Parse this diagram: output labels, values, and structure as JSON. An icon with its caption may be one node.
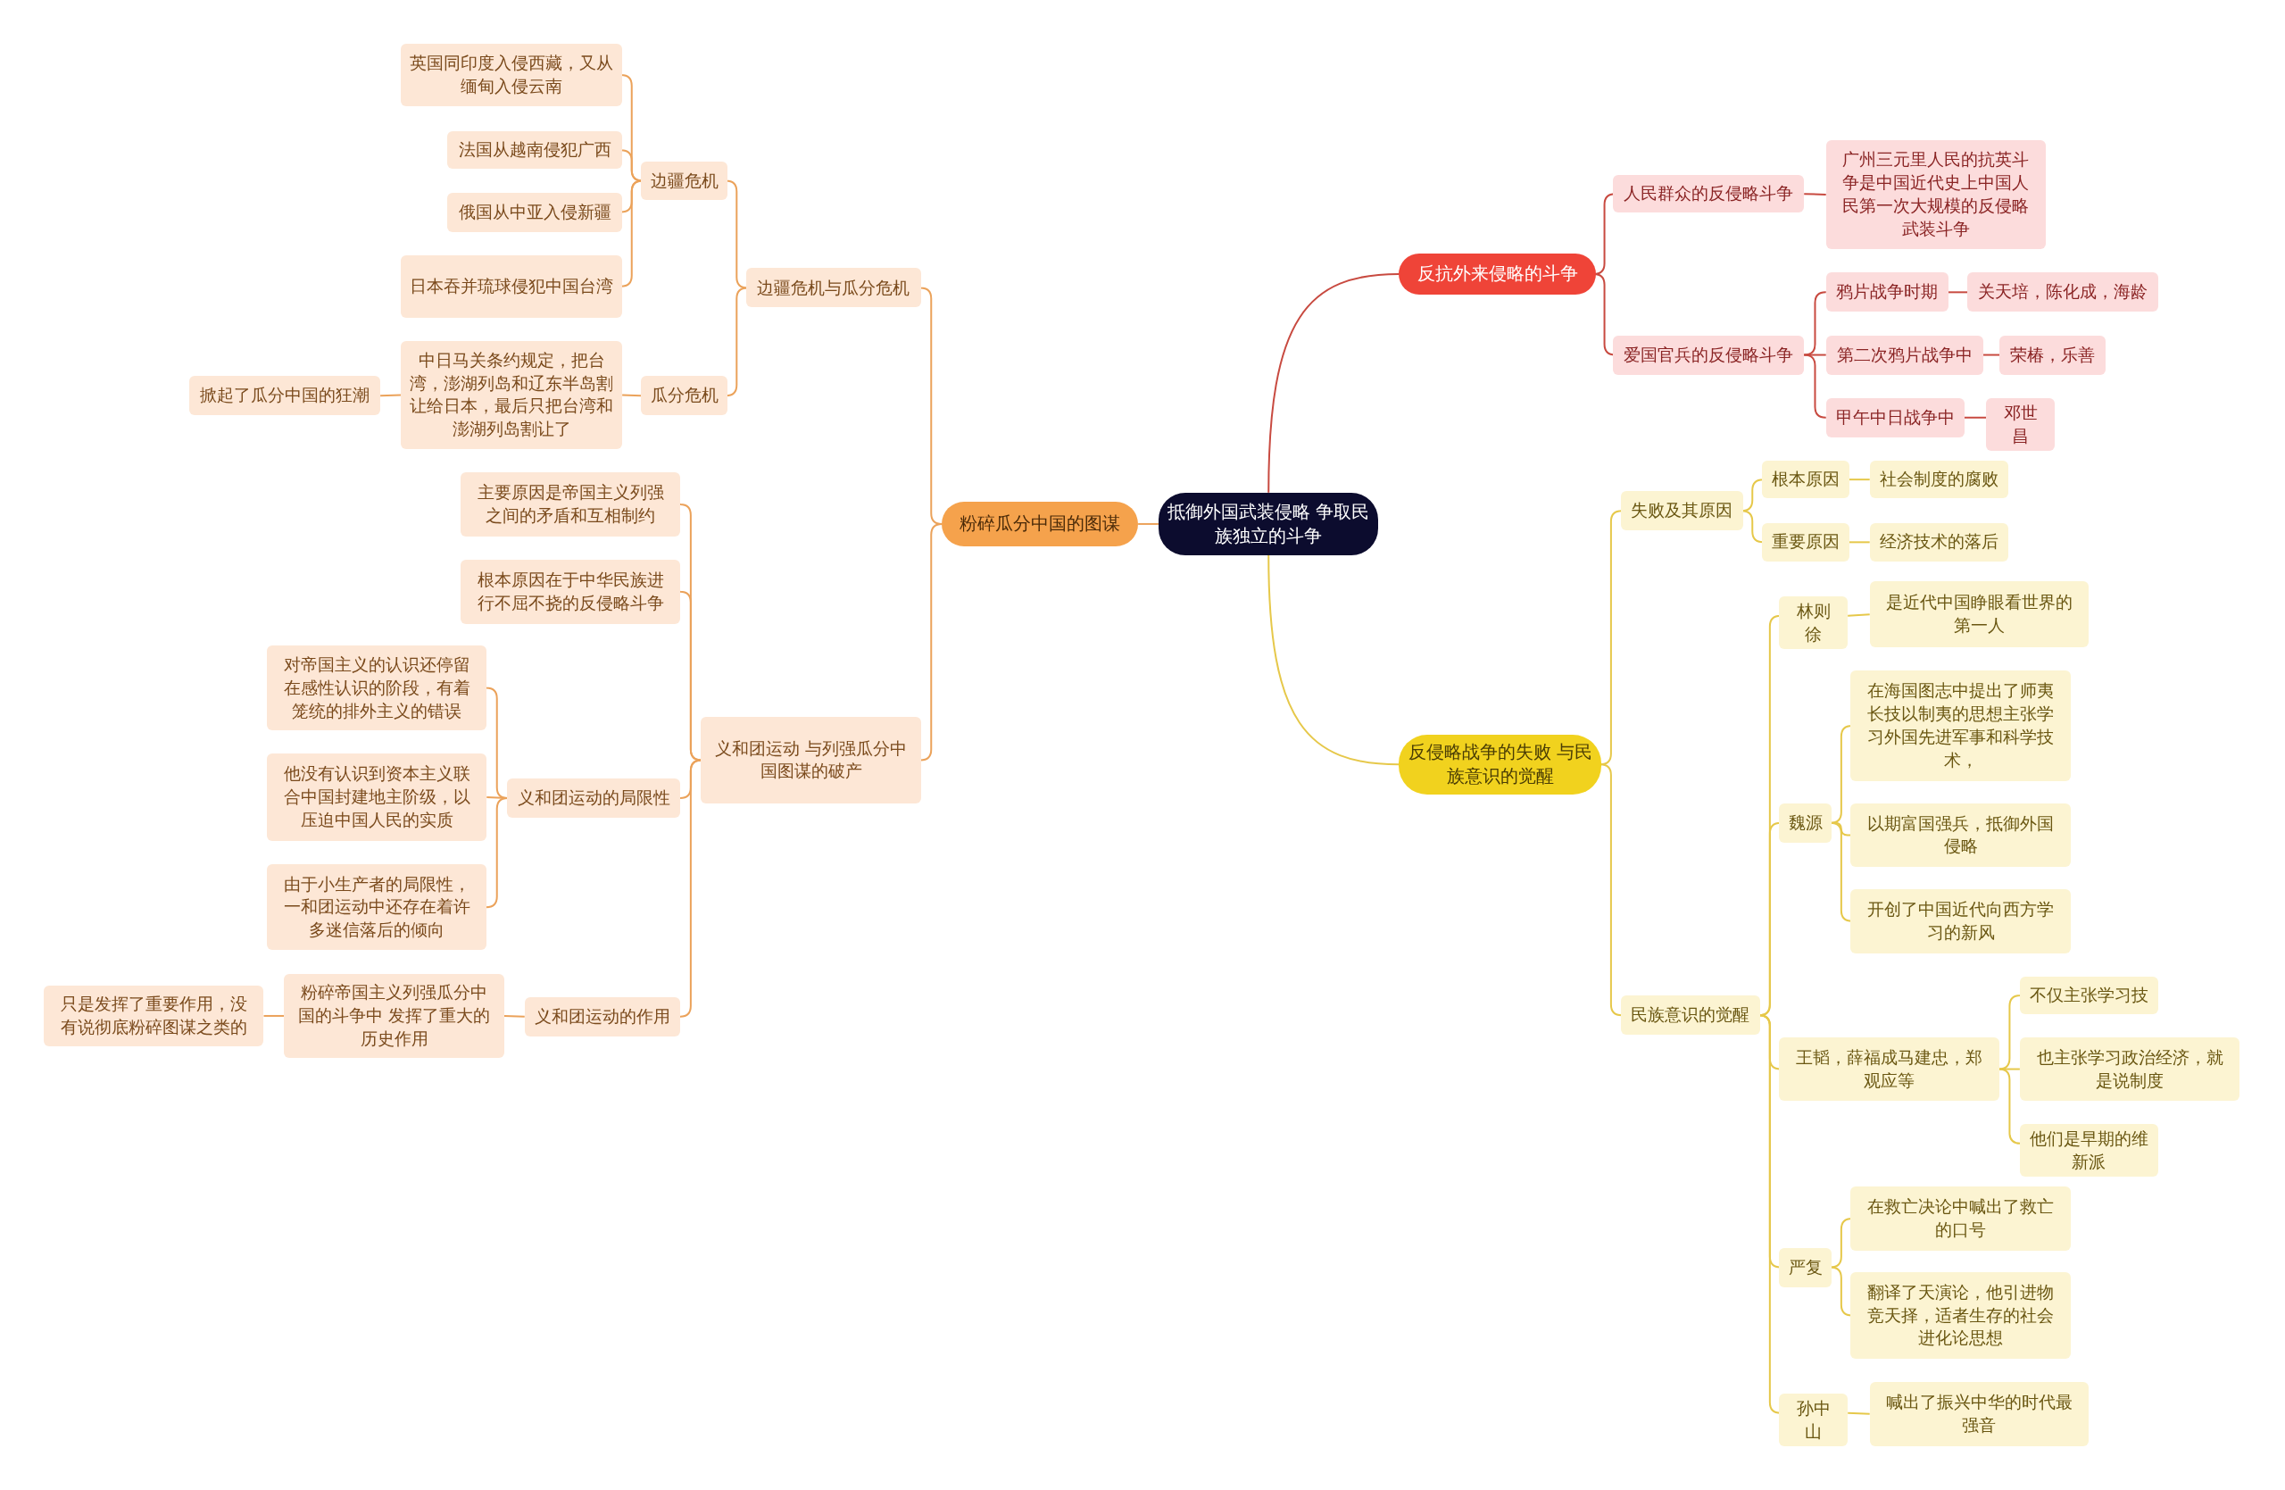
{
  "diagram": {
    "nodes": [
      {
        "text": [
          "抵御外国武装侵略 争取民族独立的斗争"
        ]
      },
      {
        "text": [
          "粉碎瓜分中国的图谋"
        ]
      },
      {
        "text": [
          "边疆危机与瓜分危机"
        ]
      },
      {
        "text": [
          "边疆危机"
        ]
      },
      {
        "text": [
          "英国同印度入侵西藏，又从缅甸入侵云南"
        ]
      },
      {
        "text": [
          "法国从越南侵犯广西"
        ]
      },
      {
        "text": [
          "俄国从中亚入侵新疆"
        ]
      },
      {
        "text": [
          "日本吞并琉球侵犯中国台湾"
        ]
      },
      {
        "text": [
          "瓜分危机"
        ]
      },
      {
        "text": [
          "中日马关条约规定，把台湾，澎湖列岛和辽东半岛割让给日本，最后只把台湾和澎湖列岛割让了"
        ]
      },
      {
        "text": [
          "掀起了瓜分中国的狂潮"
        ]
      },
      {
        "text": [
          "义和团运动 与列强瓜分中国图谋的破产"
        ]
      },
      {
        "text": [
          "主要原因是帝国主义列强之间的矛盾和互相制约"
        ]
      },
      {
        "text": [
          "根本原因在于中华民族进行不屈不挠的反侵略斗争"
        ]
      },
      {
        "text": [
          "义和团运动的局限性"
        ]
      },
      {
        "text": [
          "对帝国主义的认识还停留在感性认识的阶段，有着笼统的排外主义的错误"
        ]
      },
      {
        "text": [
          "他没有认识到资本主义联合中国封建地主阶级，以压迫中国人民的实质"
        ]
      },
      {
        "text": [
          "由于小生产者的局限性，一和团运动中还存在着许多迷信落后的倾向"
        ]
      },
      {
        "text": [
          "义和团运动的作用"
        ]
      },
      {
        "text": [
          "粉碎帝国主义列强瓜分中国的斗争中 发挥了重大的历史作用"
        ]
      },
      {
        "text": [
          "只是发挥了重要作用，没有说彻底粉碎图谋之类的"
        ]
      },
      {
        "text": [
          "反抗外来侵略的斗争"
        ]
      },
      {
        "text": [
          "人民群众的反侵略斗争"
        ]
      },
      {
        "text": [
          "广州三元里人民的抗英斗争是中国近代史上中国人民第一次大规模的反侵略武装斗争"
        ]
      },
      {
        "text": [
          "爱国官兵的反侵略斗争"
        ]
      },
      {
        "text": [
          "鸦片战争时期"
        ]
      },
      {
        "text": [
          "关天培，陈化成，海龄"
        ]
      },
      {
        "text": [
          "第二次鸦片战争中"
        ]
      },
      {
        "text": [
          "荣椿，乐善"
        ]
      },
      {
        "text": [
          "甲午中日战争中"
        ]
      },
      {
        "text": [
          "邓世昌"
        ]
      },
      {
        "text": [
          "反侵略战争的失败 与民族意识的觉醒"
        ]
      },
      {
        "text": [
          "失败及其原因"
        ]
      },
      {
        "text": [
          "根本原因"
        ]
      },
      {
        "text": [
          "社会制度的腐败"
        ]
      },
      {
        "text": [
          "重要原因"
        ]
      },
      {
        "text": [
          "经济技术的落后"
        ]
      },
      {
        "text": [
          "民族意识的觉醒"
        ]
      },
      {
        "text": [
          "林则徐"
        ]
      },
      {
        "text": [
          "是近代中国睁眼看世界的第一人"
        ]
      },
      {
        "text": [
          "魏源"
        ]
      },
      {
        "text": [
          "在海国图志中提出了师夷长技以制夷的思想主张学习外国先进军事和科学技术，"
        ]
      },
      {
        "text": [
          "以期富国强兵，抵御外国侵略"
        ]
      },
      {
        "text": [
          "开创了中国近代向西方学习的新风"
        ]
      },
      {
        "text": [
          "王韬，薛福成马建忠，郑观应等"
        ]
      },
      {
        "text": [
          "不仅主张学习技"
        ]
      },
      {
        "text": [
          "也主张学习政治经济，就是说制度"
        ]
      },
      {
        "text": [
          "他们是早期的维新派"
        ]
      },
      {
        "text": [
          "严复"
        ]
      },
      {
        "text": [
          "在救亡决论中喊出了救亡的口号"
        ]
      },
      {
        "text": [
          "翻译了天演论，他引进物竞天择，适者生存的社会进化论思想"
        ]
      },
      {
        "text": [
          "孙中山"
        ]
      },
      {
        "text": [
          "喊出了振兴中华的时代最强音"
        ]
      }
    ],
    "edges": [
      {
        "from": 0,
        "to": 1,
        "arrow": "none",
        "color": "#eba25a"
      },
      {
        "from": 1,
        "to": 2,
        "arrow": "none",
        "color": "#eba25a"
      },
      {
        "from": 2,
        "to": 3,
        "arrow": "none",
        "color": "#eba25a"
      },
      {
        "from": 3,
        "to": 4,
        "arrow": "none",
        "color": "#eba25a"
      },
      {
        "from": 3,
        "to": 5,
        "arrow": "none",
        "color": "#eba25a"
      },
      {
        "from": 3,
        "to": 6,
        "arrow": "none",
        "color": "#eba25a"
      },
      {
        "from": 3,
        "to": 7,
        "arrow": "none",
        "color": "#eba25a"
      },
      {
        "from": 2,
        "to": 8,
        "arrow": "none",
        "color": "#eba25a"
      },
      {
        "from": 8,
        "to": 9,
        "arrow": "none",
        "color": "#eba25a"
      },
      {
        "from": 9,
        "to": 10,
        "arrow": "none",
        "color": "#eba25a"
      },
      {
        "from": 1,
        "to": 11,
        "arrow": "none",
        "color": "#eba25a"
      },
      {
        "from": 11,
        "to": 12,
        "arrow": "none",
        "color": "#eba25a"
      },
      {
        "from": 11,
        "to": 13,
        "arrow": "none",
        "color": "#eba25a"
      },
      {
        "from": 11,
        "to": 14,
        "arrow": "none",
        "color": "#eba25a"
      },
      {
        "from": 14,
        "to": 15,
        "arrow": "none",
        "color": "#eba25a"
      },
      {
        "from": 14,
        "to": 16,
        "arrow": "none",
        "color": "#eba25a"
      },
      {
        "from": 14,
        "to": 17,
        "arrow": "none",
        "color": "#eba25a"
      },
      {
        "from": 11,
        "to": 18,
        "arrow": "none",
        "color": "#eba25a"
      },
      {
        "from": 18,
        "to": 19,
        "arrow": "none",
        "color": "#eba25a"
      },
      {
        "from": 19,
        "to": 20,
        "arrow": "none",
        "color": "#eba25a"
      },
      {
        "from": 0,
        "to": 21,
        "arrow": "none",
        "color": "#c84a40"
      },
      {
        "from": 21,
        "to": 22,
        "arrow": "none",
        "color": "#c84a40"
      },
      {
        "from": 22,
        "to": 23,
        "arrow": "none",
        "color": "#c84a40"
      },
      {
        "from": 21,
        "to": 24,
        "arrow": "none",
        "color": "#c84a40"
      },
      {
        "from": 24,
        "to": 25,
        "arrow": "none",
        "color": "#c84a40"
      },
      {
        "from": 25,
        "to": 26,
        "arrow": "none",
        "color": "#c84a40"
      },
      {
        "from": 24,
        "to": 27,
        "arrow": "none",
        "color": "#c84a40"
      },
      {
        "from": 27,
        "to": 28,
        "arrow": "none",
        "color": "#c84a40"
      },
      {
        "from": 24,
        "to": 29,
        "arrow": "none",
        "color": "#c84a40"
      },
      {
        "from": 29,
        "to": 30,
        "arrow": "none",
        "color": "#c84a40"
      },
      {
        "from": 0,
        "to": 31,
        "arrow": "none"
      },
      {
        "from": 31,
        "to": 32,
        "arrow": "none"
      },
      {
        "from": 32,
        "to": 33,
        "arrow": "none"
      },
      {
        "from": 33,
        "to": 34,
        "arrow": "none"
      },
      {
        "from": 32,
        "to": 35,
        "arrow": "none"
      },
      {
        "from": 35,
        "to": 36,
        "arrow": "none"
      },
      {
        "from": 31,
        "to": 37,
        "arrow": "none"
      },
      {
        "from": 37,
        "to": 38,
        "arrow": "none"
      },
      {
        "from": 38,
        "to": 39,
        "arrow": "none"
      },
      {
        "from": 37,
        "to": 40,
        "arrow": "none"
      },
      {
        "from": 40,
        "to": 41,
        "arrow": "none"
      },
      {
        "from": 40,
        "to": 42,
        "arrow": "none"
      },
      {
        "from": 40,
        "to": 43,
        "arrow": "none"
      },
      {
        "from": 37,
        "to": 44,
        "arrow": "none"
      },
      {
        "from": 44,
        "to": 45,
        "arrow": "none"
      },
      {
        "from": 44,
        "to": 46,
        "arrow": "none"
      },
      {
        "from": 44,
        "to": 47,
        "arrow": "none"
      },
      {
        "from": 37,
        "to": 48,
        "arrow": "none"
      },
      {
        "from": 48,
        "to": 49,
        "arrow": "none"
      },
      {
        "from": 48,
        "to": 50,
        "arrow": "none"
      },
      {
        "from": 37,
        "to": 51,
        "arrow": "none"
      },
      {
        "from": 51,
        "to": 52,
        "arrow": "none"
      }
    ]
  }
}
